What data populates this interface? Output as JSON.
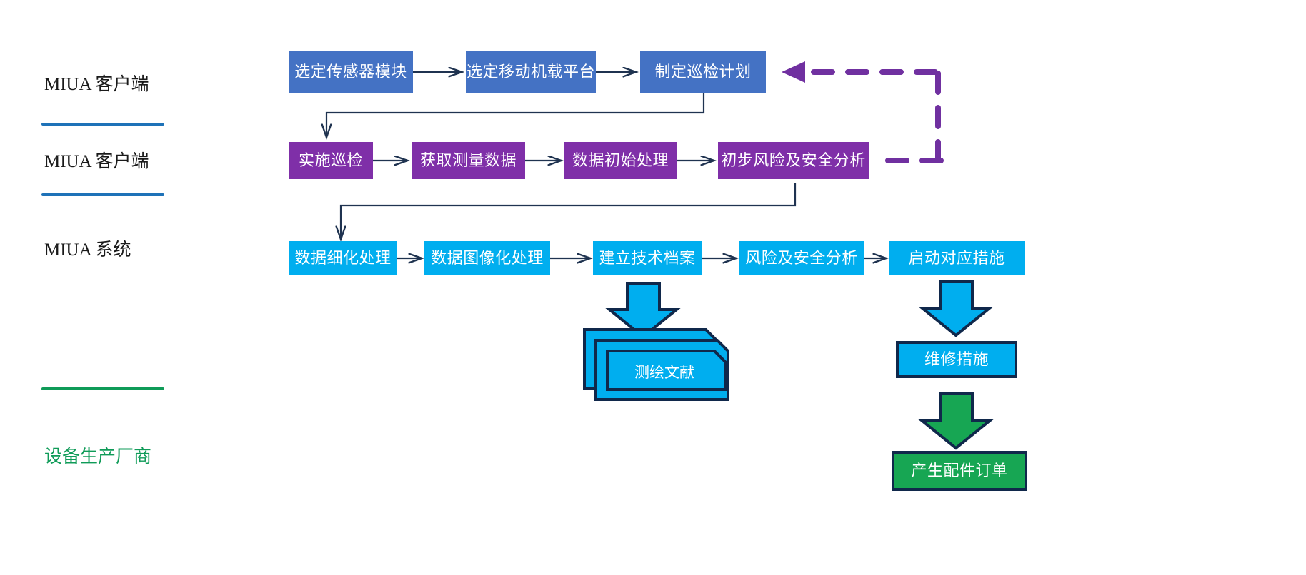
{
  "colors": {
    "row1_fill": "#4472C4",
    "row2_fill": "#7F2FA8",
    "row3_fill": "#00AEEF",
    "green_fill": "#17A653",
    "outline_navy": "#10284B",
    "divider_blue": "#1E72B8",
    "divider_green": "#0F9B58",
    "arrow_dark": "#1F3350",
    "dashed_purple": "#7030A0",
    "label_green": "#0F9B58",
    "label_black": "#1A1A1A"
  },
  "lanes": [
    {
      "id": "lane-client-1",
      "label": "MIUA 客户端"
    },
    {
      "id": "lane-client-2",
      "label": "MIUA 客户端"
    },
    {
      "id": "lane-system",
      "label": "MIUA 系统"
    },
    {
      "id": "lane-manufacturer",
      "label": "设备生产厂商"
    }
  ],
  "rows": {
    "row1": {
      "name": "client-planning-row",
      "nodes": [
        {
          "id": "select-sensor-module",
          "label": "选定传感器模块"
        },
        {
          "id": "select-mobile-platform",
          "label": "选定移动机载平台"
        },
        {
          "id": "make-inspection-plan",
          "label": "制定巡检计划"
        }
      ]
    },
    "row2": {
      "name": "client-inspection-row",
      "nodes": [
        {
          "id": "execute-inspection",
          "label": "实施巡检"
        },
        {
          "id": "acquire-measurement-data",
          "label": "获取测量数据"
        },
        {
          "id": "initial-data-processing",
          "label": "数据初始处理"
        },
        {
          "id": "preliminary-risk-safety-analysis",
          "label": "初步风险及安全分析"
        }
      ]
    },
    "row3": {
      "name": "system-processing-row",
      "nodes": [
        {
          "id": "data-refinement",
          "label": "数据细化处理"
        },
        {
          "id": "data-imaging",
          "label": "数据图像化处理"
        },
        {
          "id": "build-technical-archive",
          "label": "建立技术档案"
        },
        {
          "id": "risk-safety-analysis",
          "label": "风险及安全分析"
        },
        {
          "id": "start-countermeasures",
          "label": "启动对应措施"
        }
      ]
    }
  },
  "outputs": {
    "document_stack": {
      "id": "surveying-documents",
      "label": "测绘文献"
    },
    "maintenance": {
      "id": "maintenance-measures",
      "label": "维修措施"
    },
    "parts_order": {
      "id": "generate-parts-order",
      "label": "产生配件订单"
    }
  }
}
